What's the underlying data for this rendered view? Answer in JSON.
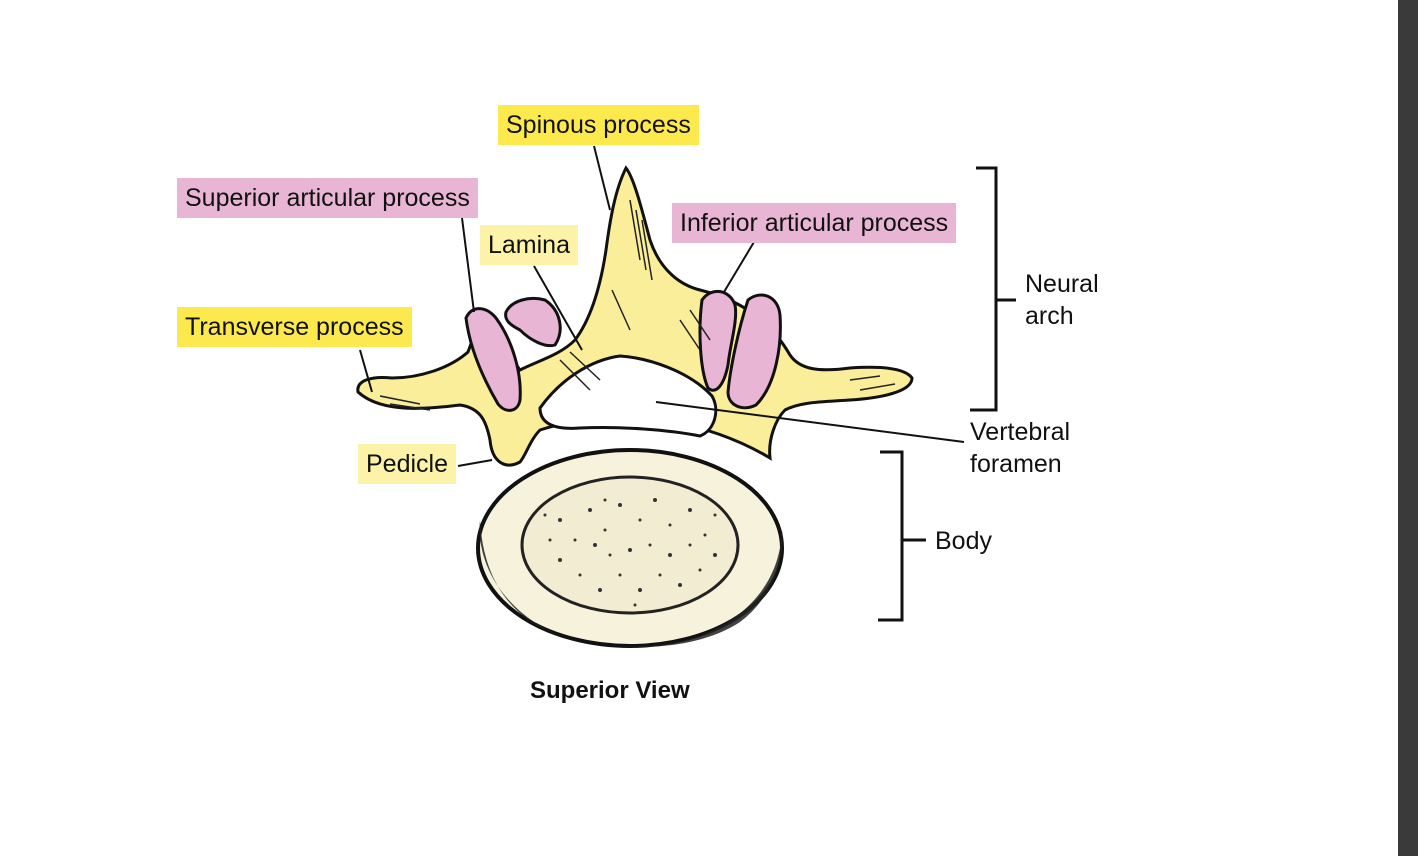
{
  "labels": {
    "spinous_process": "Spinous process",
    "superior_articular_process": "Superior articular process",
    "inferior_articular_process": "Inferior articular process",
    "lamina": "Lamina",
    "transverse_process": "Transverse process",
    "pedicle": "Pedicle",
    "neural_arch_line1": "Neural",
    "neural_arch_line2": "arch",
    "vertebral_foramen_line1": "Vertebral",
    "vertebral_foramen_line2": "foramen",
    "body": "Body"
  },
  "caption": "Superior View",
  "colors": {
    "bone_yellow": "#fbee9a",
    "label_yellow": "#fbe94e",
    "label_light_yellow": "#fcf3a8",
    "articular_pink": "#e8b6d4",
    "body_cream": "#f7f2dc"
  }
}
